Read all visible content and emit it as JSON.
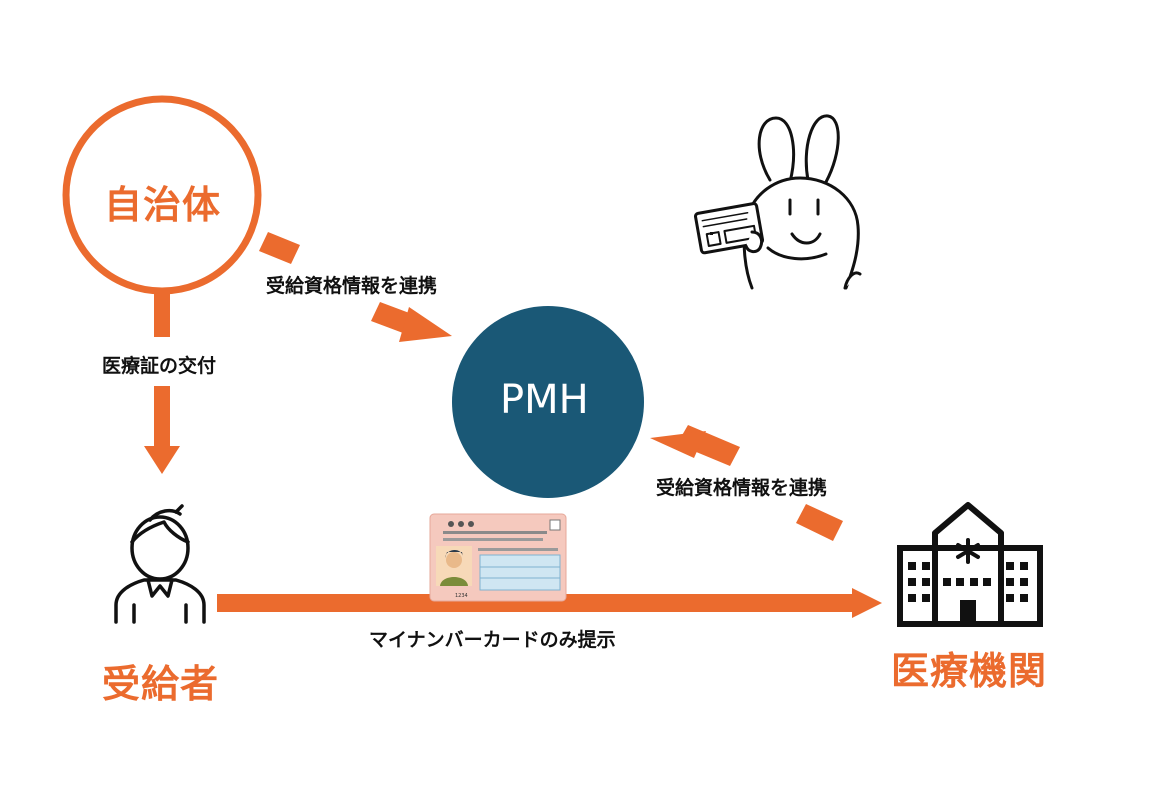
{
  "colors": {
    "accent": "#EB6B2E",
    "pmh_fill": "#1A5876",
    "card_bg": "#F5C9BE",
    "line": "#111111"
  },
  "nodes": {
    "municipality": "自治体",
    "pmh": "PMH",
    "recipient": "受給者",
    "medical_institution": "医療機関"
  },
  "edges": {
    "municipality_to_pmh": "受給資格情報を連携",
    "municipality_to_recipient": "医療証の交付",
    "institution_to_pmh": "受給資格情報を連携",
    "recipient_to_institution": "マイナンバーカードのみ提示"
  },
  "icons": {
    "recipient": "person-icon",
    "institution": "hospital-building-icon",
    "card": "my-number-card-icon",
    "mascot": "rabbit-mascot-with-card"
  },
  "card": {
    "number_tail": "1234"
  }
}
